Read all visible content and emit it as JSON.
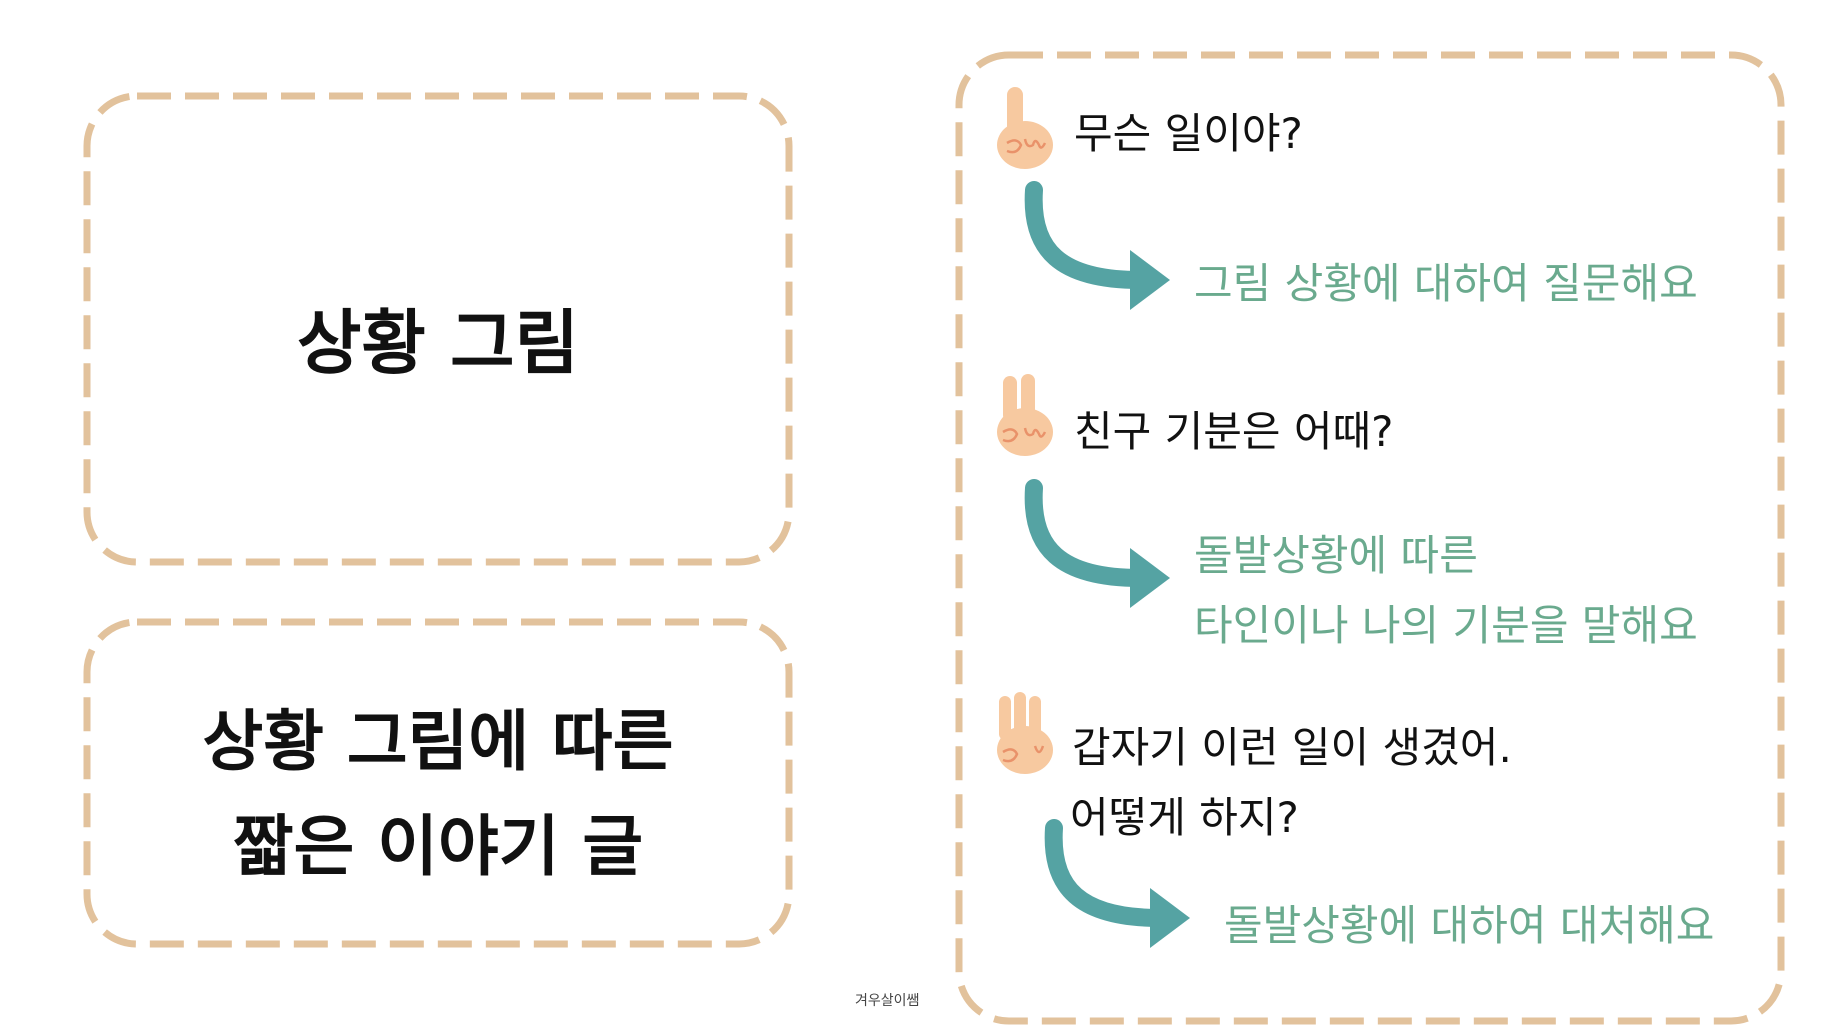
{
  "left_cards": [
    {
      "lines": [
        "상황 그림"
      ]
    },
    {
      "lines": [
        "상황 그림에 따른",
        "짧은 이야기 글"
      ]
    }
  ],
  "steps": [
    {
      "hand_icon": "one-finger-hand",
      "question_lines": [
        "무슨 일이야?"
      ],
      "answer_lines": [
        "그림 상황에 대하여 질문해요"
      ]
    },
    {
      "hand_icon": "two-finger-hand",
      "question_lines": [
        "친구 기분은 어때?"
      ],
      "answer_lines": [
        "돌발상황에 따른",
        "타인이나 나의 기분을 말해요"
      ]
    },
    {
      "hand_icon": "three-finger-hand",
      "question_lines": [
        "갑자기 이런 일이 생겼어.",
        "어떻게 하지?"
      ],
      "answer_lines": [
        "돌발상황에 대하여 대처해요"
      ]
    }
  ],
  "footer": "겨우살이쌤",
  "colors": {
    "border": "#e2c29c",
    "arrow": "#55a3a3",
    "answer": "#6aaa8e",
    "hand": "#f7c9a0"
  }
}
